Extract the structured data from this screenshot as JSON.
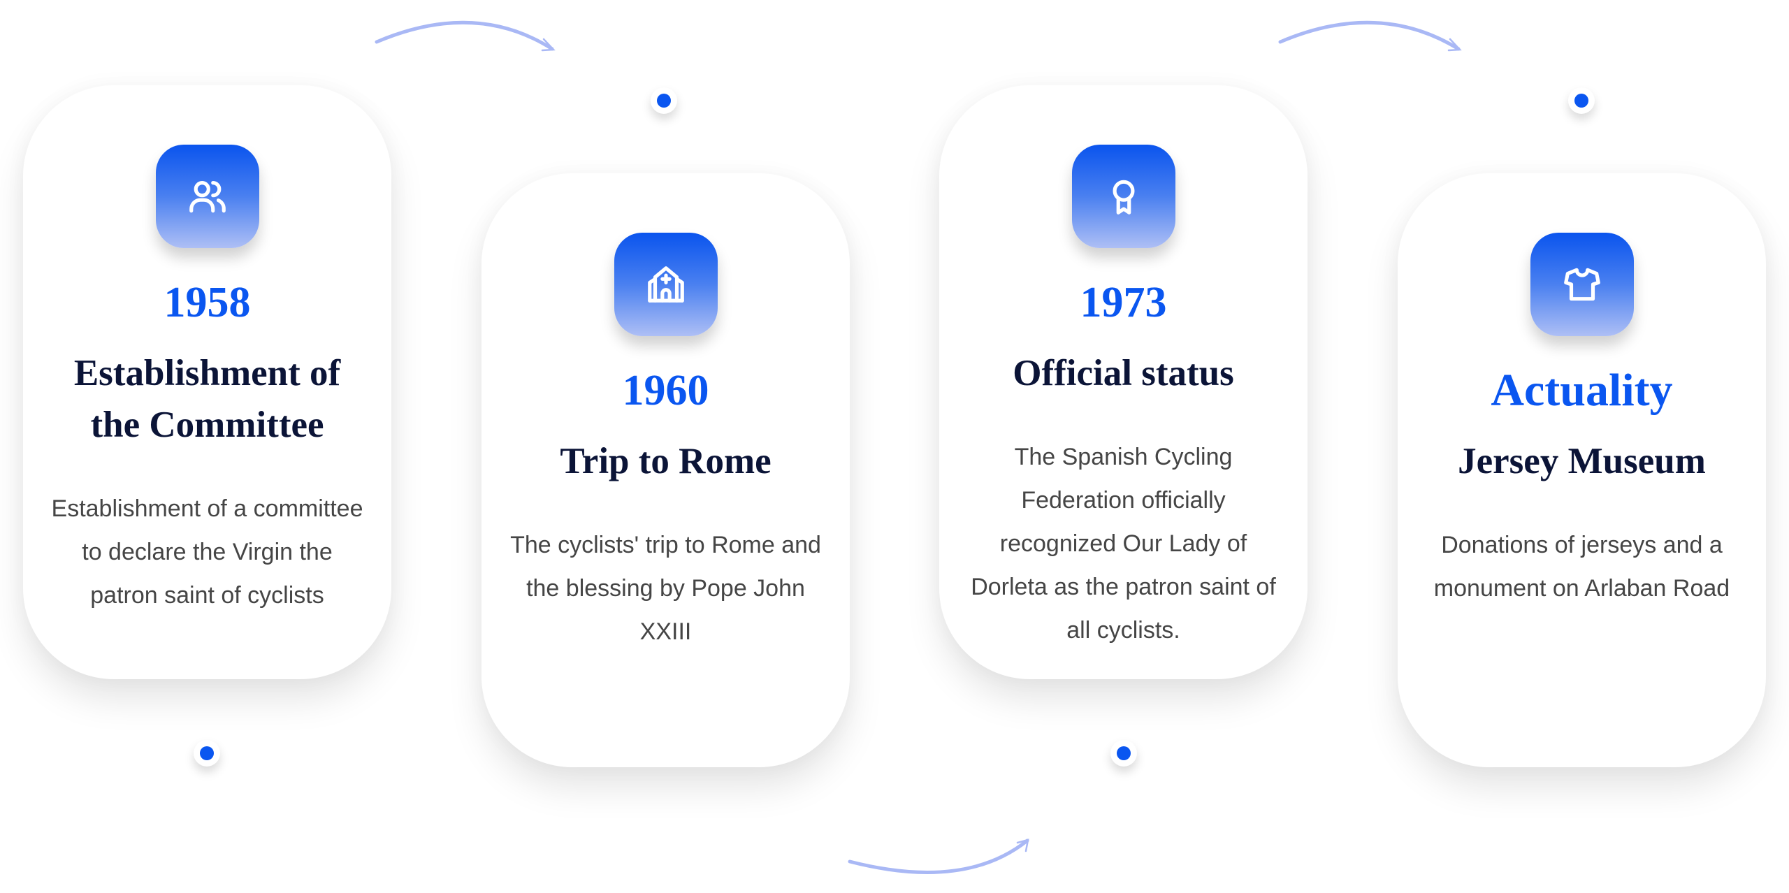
{
  "colors": {
    "accent": "#0a56f0",
    "title": "#0b1437",
    "body": "#454545",
    "arrow": "#a9b8f5"
  },
  "timeline": [
    {
      "icon": "users-icon",
      "year": "1958",
      "title": "Establishment of the Committee",
      "body": "Establishment of a committee to declare the Virgin the patron saint of cyclists"
    },
    {
      "icon": "church-icon",
      "year": "1960",
      "title": "Trip to Rome",
      "body": "The cyclists' trip to Rome and the blessing by Pope John XXIII"
    },
    {
      "icon": "award-icon",
      "year": "1973",
      "title": "Official status",
      "body": "The Spanish Cycling Federation officially recognized Our Lady of Dorleta as the patron saint of all cyclists."
    },
    {
      "icon": "shirt-icon",
      "year": "Actuality",
      "title": "Jersey Museum",
      "body": "Donations of jerseys and a monument on Arlaban Road"
    }
  ]
}
